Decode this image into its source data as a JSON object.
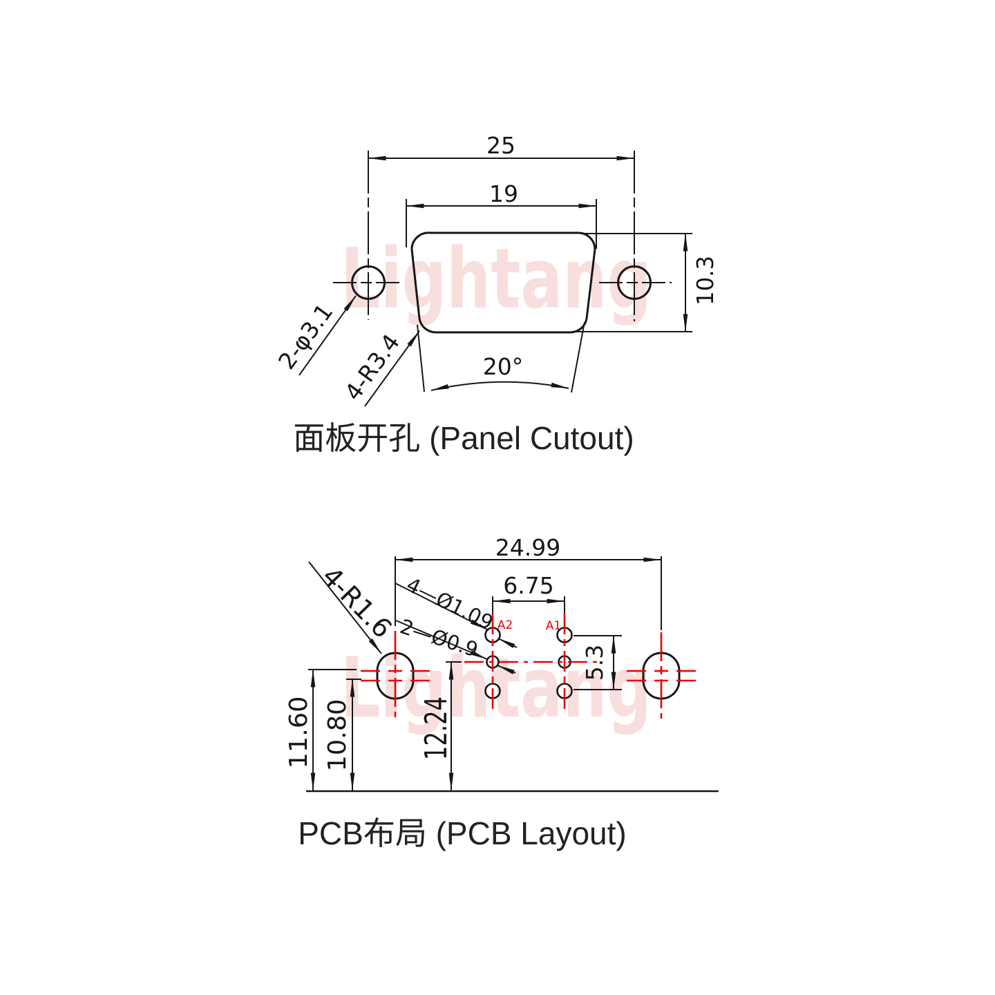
{
  "colors": {
    "line": "#161616",
    "accent": "#ee0000",
    "watermark": "#f9dede"
  },
  "watermark": {
    "text": "Lightang"
  },
  "panel_cutout": {
    "title": "面板开孔 (Panel Cutout)",
    "dim_outer_width": "25",
    "dim_inner_width": "19",
    "dim_height": "10.3",
    "label_holes": "2-φ3.1",
    "label_corner_radius": "4-R3.4",
    "dim_angle": "20°"
  },
  "pcb_layout": {
    "title": "PCB布局 (PCB Layout)",
    "dim_span": "24.99",
    "dim_pitch": "6.75",
    "label_signal_holes": "4—Ø1.09",
    "label_center_holes": "2—Ø0.9",
    "label_slot_radius": "4-R1.6",
    "dim_row": "5.3",
    "dim_h1": "11.60",
    "dim_h2": "10.80",
    "dim_h3": "12.24",
    "pin_a2": "A2",
    "pin_a1": "A1"
  }
}
